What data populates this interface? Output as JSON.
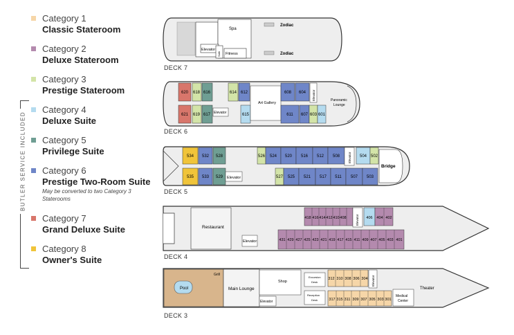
{
  "legend": [
    {
      "category": "Category 1",
      "name": "Classic Stateroom",
      "color": "#f6d6a8"
    },
    {
      "category": "Category 2",
      "name": "Deluxe Stateroom",
      "color": "#b48aae"
    },
    {
      "category": "Category 3",
      "name": "Prestige Stateroom",
      "color": "#d3e4a8"
    },
    {
      "category": "Category 4",
      "name": "Deluxe Suite",
      "color": "#b4dbef"
    },
    {
      "category": "Category 5",
      "name": "Privilege Suite",
      "color": "#6f9e93"
    },
    {
      "category": "Category 6",
      "name": "Prestige Two-Room Suite",
      "color": "#6f86c8",
      "note": "May be converted to two Category 3 Staterooms"
    },
    {
      "category": "Category 7",
      "name": "Grand Deluxe Suite",
      "color": "#d8766b"
    },
    {
      "category": "Category 8",
      "name": "Owner's Suite",
      "color": "#f0c43a"
    }
  ],
  "butler_label": "BUTLER SERVICE INCLUDED",
  "decks": {
    "deck7": {
      "label": "DECK 7",
      "spa": "Spa",
      "zodiac1": "Zodiac",
      "zodiac2": "Zodiac",
      "elevator": "Elevator",
      "fitness": "Fitness",
      "safe": "Safe"
    },
    "deck6": {
      "label": "DECK 6",
      "art_gallery": "Art Gallery",
      "panoramic": "Panoramic",
      "lounge": "Lounge",
      "elevator": "Elevator",
      "elevator2": "Elevator",
      "top": [
        "620",
        "618",
        "616",
        "614",
        "612",
        "608",
        "604"
      ],
      "bottom": [
        "621",
        "619",
        "617",
        "615",
        "611",
        "607",
        "603",
        "601"
      ]
    },
    "deck5": {
      "label": "DECK 5",
      "elevator": "Elevator",
      "elevator2": "Elevator",
      "bridge": "Bridge",
      "top": [
        "534",
        "532",
        "528",
        "526",
        "524",
        "520",
        "516",
        "512",
        "508",
        "504",
        "502"
      ],
      "bottom": [
        "535",
        "533",
        "529",
        "527",
        "525",
        "521",
        "517",
        "511",
        "507",
        "503"
      ]
    },
    "deck4": {
      "label": "DECK 4",
      "restaurant": "Restaurant",
      "elevator": "Elevator",
      "elevator2": "Elevator",
      "top": [
        "418",
        "416",
        "414",
        "412",
        "410",
        "408",
        "406",
        "404",
        "402"
      ],
      "bottom": [
        "431",
        "429",
        "427",
        "425",
        "423",
        "421",
        "419",
        "417",
        "415",
        "411",
        "409",
        "407",
        "405",
        "403",
        "401"
      ]
    },
    "deck3": {
      "label": "DECK 3",
      "pool": "Pool",
      "grill": "Grill",
      "main_lounge": "Main Lounge",
      "shop": "Shop",
      "excursion": "Excursion",
      "excursion2": "Desk",
      "reception": "Reception",
      "reception2": "Desk",
      "elevator": "Elevator",
      "elevator2": "Elevator",
      "medical": "Medical",
      "medical2": "Center",
      "theater": "Theater",
      "top": [
        "312",
        "310",
        "308",
        "306",
        "304"
      ],
      "bottom": [
        "317",
        "315",
        "311",
        "309",
        "307",
        "305",
        "303",
        "301"
      ]
    }
  }
}
